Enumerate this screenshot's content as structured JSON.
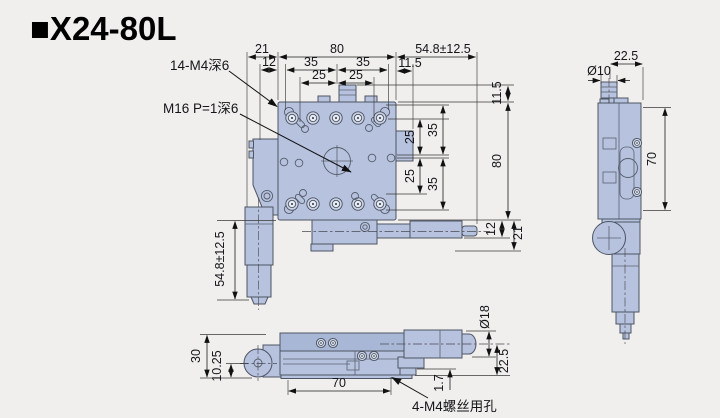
{
  "title": "■X24-80L",
  "colors": {
    "background": "#f0efed",
    "part_fill": "#b6c2de",
    "part_fill_dark": "#a9b7d6",
    "line": "#1c1c1c"
  },
  "annotations": {
    "tapped_holes": "14-M4深6",
    "center_thread": "M16 P=1深6",
    "mount_holes": "4-M4螺丝用孔"
  },
  "dims": {
    "plan_top_21": "21",
    "plan_top_12": "12",
    "plan_top_80": "80",
    "plan_top_35a": "35",
    "plan_top_35b": "35",
    "plan_top_25a": "25",
    "plan_top_25b": "25",
    "plan_top_115": "11.5",
    "plan_travel_h": "54.8±12.5",
    "plan_right_115": "11.5",
    "plan_right_80": "80",
    "plan_right_12": "12",
    "plan_right_21": "21",
    "plan_mid_25a": "25",
    "plan_mid_35a": "35",
    "plan_mid_25b": "25",
    "plan_mid_35b": "35",
    "plan_travel_v": "54.8±12.5",
    "side_width": "22.5",
    "side_knob_dia": "Ø10",
    "side_height": "70",
    "front_height": "30",
    "front_knob_h": "10.25",
    "front_base": "70",
    "front_step": "1.7",
    "front_barrel_dia": "Ø18",
    "front_axis_h": "22.5"
  }
}
